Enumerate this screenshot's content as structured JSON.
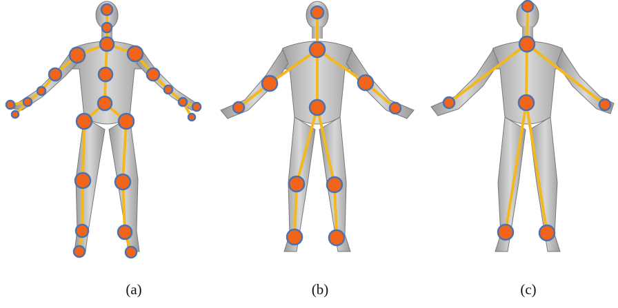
{
  "colors": {
    "bone": "#f3b81d",
    "joint_fill": "#f26419",
    "joint_stroke": "#4a72b0",
    "body_fill": "#b9b9b9",
    "body_stroke": "#6e6e6e"
  },
  "panels": [
    {
      "label": "(a)"
    },
    {
      "label": "(b)"
    },
    {
      "label": "(c)"
    }
  ]
}
